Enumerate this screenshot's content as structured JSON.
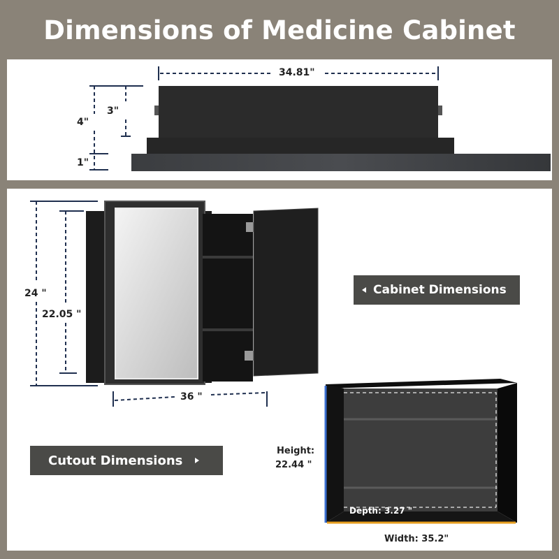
{
  "title": "Dimensions of Medicine Cabinet",
  "top_view": {
    "width_label": "34.81\"",
    "depth_total_label": "4\"",
    "depth_recess_label": "3\"",
    "flange_label": "1\""
  },
  "front_view": {
    "height_outer_label": "24 \"",
    "height_inner_label": "22.05 \"",
    "width_label": "36 \""
  },
  "cabinet_badge": {
    "label": "Cabinet Dimensions",
    "icon": "triangle-left-icon"
  },
  "cutout_badge": {
    "label": "Cutout Dimensions",
    "icon": "triangle-right-icon"
  },
  "cutout": {
    "height_caption": "Height:",
    "height_value": "22.44 \"",
    "depth_label": "Depth: 3.27 \"",
    "width_label": "Width: 35.2\""
  },
  "colors": {
    "background": "#8a8378",
    "panel": "#ffffff",
    "dimension_line": "#1f2f4f",
    "badge": "#4a4a47",
    "cabinet": "#2a2a2a",
    "height_edge": "#3a6fd0",
    "width_edge": "#e8a020"
  }
}
